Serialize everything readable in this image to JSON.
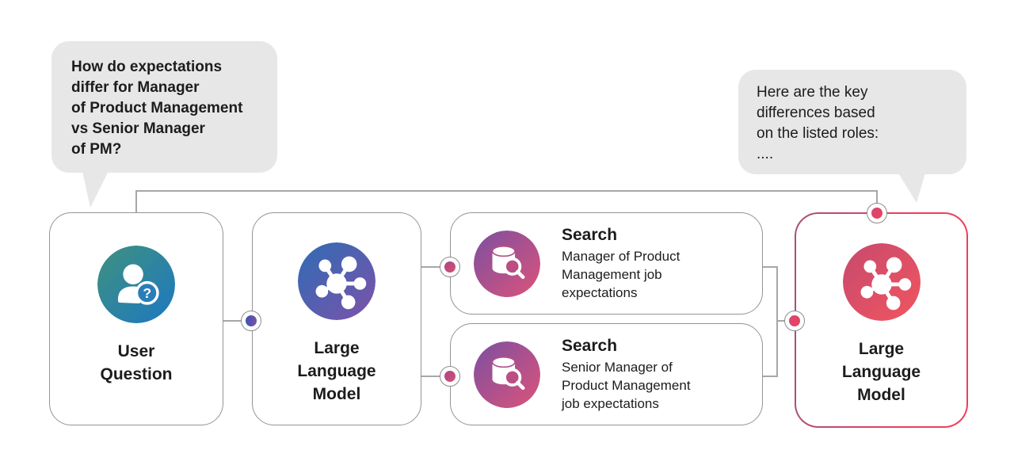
{
  "bubbles": {
    "user_question": {
      "text": "How do expectations\ndiffer for Manager\nof Product Management\nvs Senior Manager\nof PM?"
    },
    "answer": {
      "text": "Here are the key\ndifferences based\non the listed roles:\n...."
    }
  },
  "nodes": {
    "user_question": {
      "label": "User\nQuestion",
      "icon": "person-question-icon"
    },
    "llm_input": {
      "label": "Large\nLanguage\nModel",
      "icon": "network-nodes-icon"
    },
    "search_top": {
      "title": "Search",
      "query": "Manager of Product\nManagement job\nexpectations",
      "icon": "database-search-icon"
    },
    "search_bottom": {
      "title": "Search",
      "query": "Senior Manager of\nProduct Management\njob expectations",
      "icon": "database-search-icon"
    },
    "llm_output": {
      "label": "Large\nLanguage\nModel",
      "icon": "network-nodes-icon"
    }
  },
  "colors": {
    "bubble_gray": "#e7e7e7",
    "connector_gray": "#a7a7a7",
    "box_border_gray": "#949494",
    "output_box_border_gradient": [
      "#aa4f78",
      "#f03d5c"
    ],
    "user_icon_gradient": [
      "#3f917e",
      "#1d78c2"
    ],
    "llm_icon_gradient": [
      "#2e6cb5",
      "#7d52a9"
    ],
    "search_icon_gradient": [
      "#7c4fa1",
      "#dc537a"
    ],
    "output_icon_gradient": [
      "#c74a6d",
      "#f15560"
    ],
    "dot_blue_gradient": [
      "#3b55b2",
      "#7e4fa5"
    ],
    "dot_pink_gradient": [
      "#a94887",
      "#d64f72"
    ],
    "dot_red": "#e2436a"
  }
}
